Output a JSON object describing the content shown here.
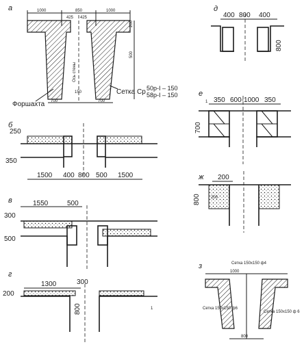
{
  "panels": {
    "a": {
      "label": "а",
      "dims_top": [
        "1000",
        "850",
        "1000"
      ],
      "dims_small": [
        "425",
        "425"
      ],
      "dim_side_top": "200",
      "dim_side": "500",
      "dim_bottom_left": "700",
      "dim_bottom_mid": "150",
      "dim_bottom_right": "700",
      "axis_text": "Ось стены",
      "formwork_label": "Форшахта",
      "mesh_label": "Сетка Ср",
      "mesh_spec_1": "50р-I – 150",
      "mesh_spec_2": "58р-I – 150"
    },
    "b": {
      "label": "б",
      "dim_top_left": "250",
      "dim_left": "350",
      "dims_bottom": [
        "1500",
        "400",
        "800",
        "500",
        "1500"
      ]
    },
    "v": {
      "label": "в",
      "dims_top": [
        "1550",
        "500"
      ],
      "dim_left_top": "300",
      "dim_left": "500"
    },
    "g": {
      "label": "г",
      "dims_top": [
        "1300",
        "300"
      ],
      "dim_left": "200",
      "dim_mid": "800",
      "note": "1"
    },
    "d": {
      "label": "д",
      "dims_top": [
        "400",
        "800",
        "400"
      ],
      "dim_right": "800"
    },
    "e": {
      "label": "е",
      "dims_top": [
        "350",
        "600-1000",
        "350"
      ],
      "dim_left": "700",
      "callout": "1"
    },
    "zh": {
      "label": "ж",
      "dim_top": "200",
      "dim_left": "800",
      "dim_inner": "200"
    },
    "z": {
      "label": "з",
      "mesh_label_1": "Сетка 150х150 ф4",
      "mesh_label_2": "Сетка 150х150 ф6",
      "mesh_label_3": "Сетка 150х150 ф 6",
      "dim_top": "1000",
      "dim_bottom": "800"
    }
  }
}
